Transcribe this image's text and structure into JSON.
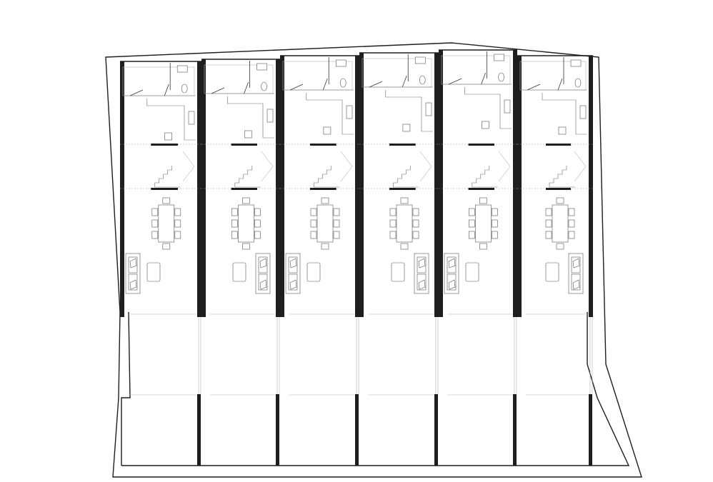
{
  "drawing": {
    "kind": "architectural floor plan",
    "units_count": 6,
    "units": [
      {
        "id": "unit-1",
        "sofa_side": "left"
      },
      {
        "id": "unit-2",
        "sofa_side": "right"
      },
      {
        "id": "unit-3",
        "sofa_side": "left"
      },
      {
        "id": "unit-4",
        "sofa_side": "right"
      },
      {
        "id": "unit-5",
        "sofa_side": "left"
      },
      {
        "id": "unit-6",
        "sofa_side": "right"
      }
    ],
    "colors": {
      "line": "#1e1e1e",
      "furniture": "#555555",
      "light_line": "#b5b5b5",
      "background": "#ffffff"
    }
  }
}
